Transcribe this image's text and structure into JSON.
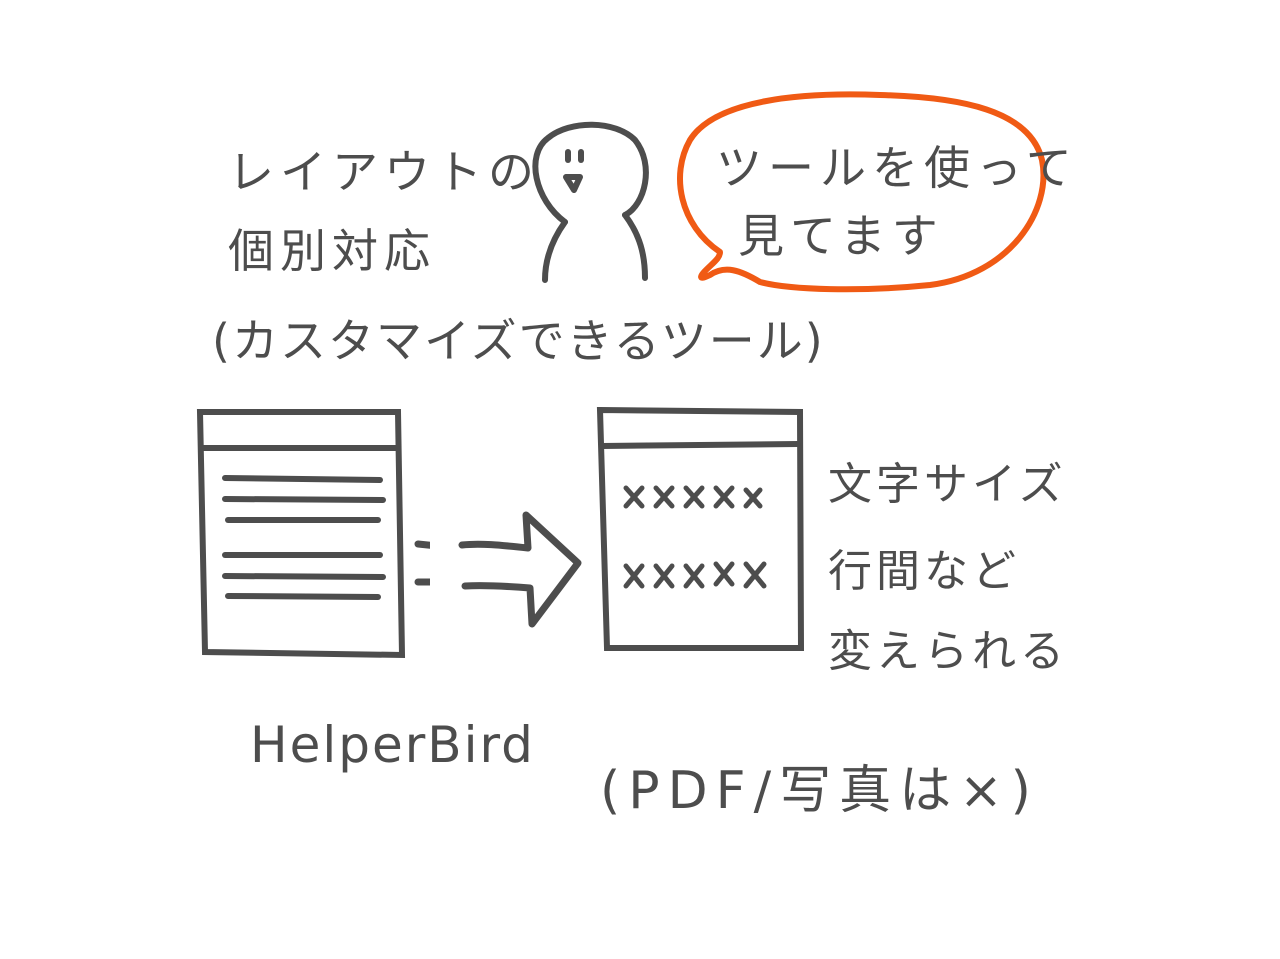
{
  "illustration": {
    "top_left": {
      "line1": "レイアウトの",
      "line2": "個別対応",
      "line3": "(カスタマイズできるツール)"
    },
    "speech_bubble": {
      "line1": "ツールを使って",
      "line2": "見てます",
      "border_color": "#f05a14"
    },
    "conversion": {
      "left_doc": "text-lines-document",
      "arrow": "right-arrow",
      "right_doc": "enlarged-x-marks-document",
      "right_doc_rows": [
        "×××××",
        "×××××"
      ]
    },
    "right_caption": {
      "line1": "文字サイズ",
      "line2": "行間など",
      "line3": "変えられる"
    },
    "tool_name": "HelperBird",
    "note": "(PDF/写真は×)",
    "ink_color": "#4d4d4d"
  }
}
